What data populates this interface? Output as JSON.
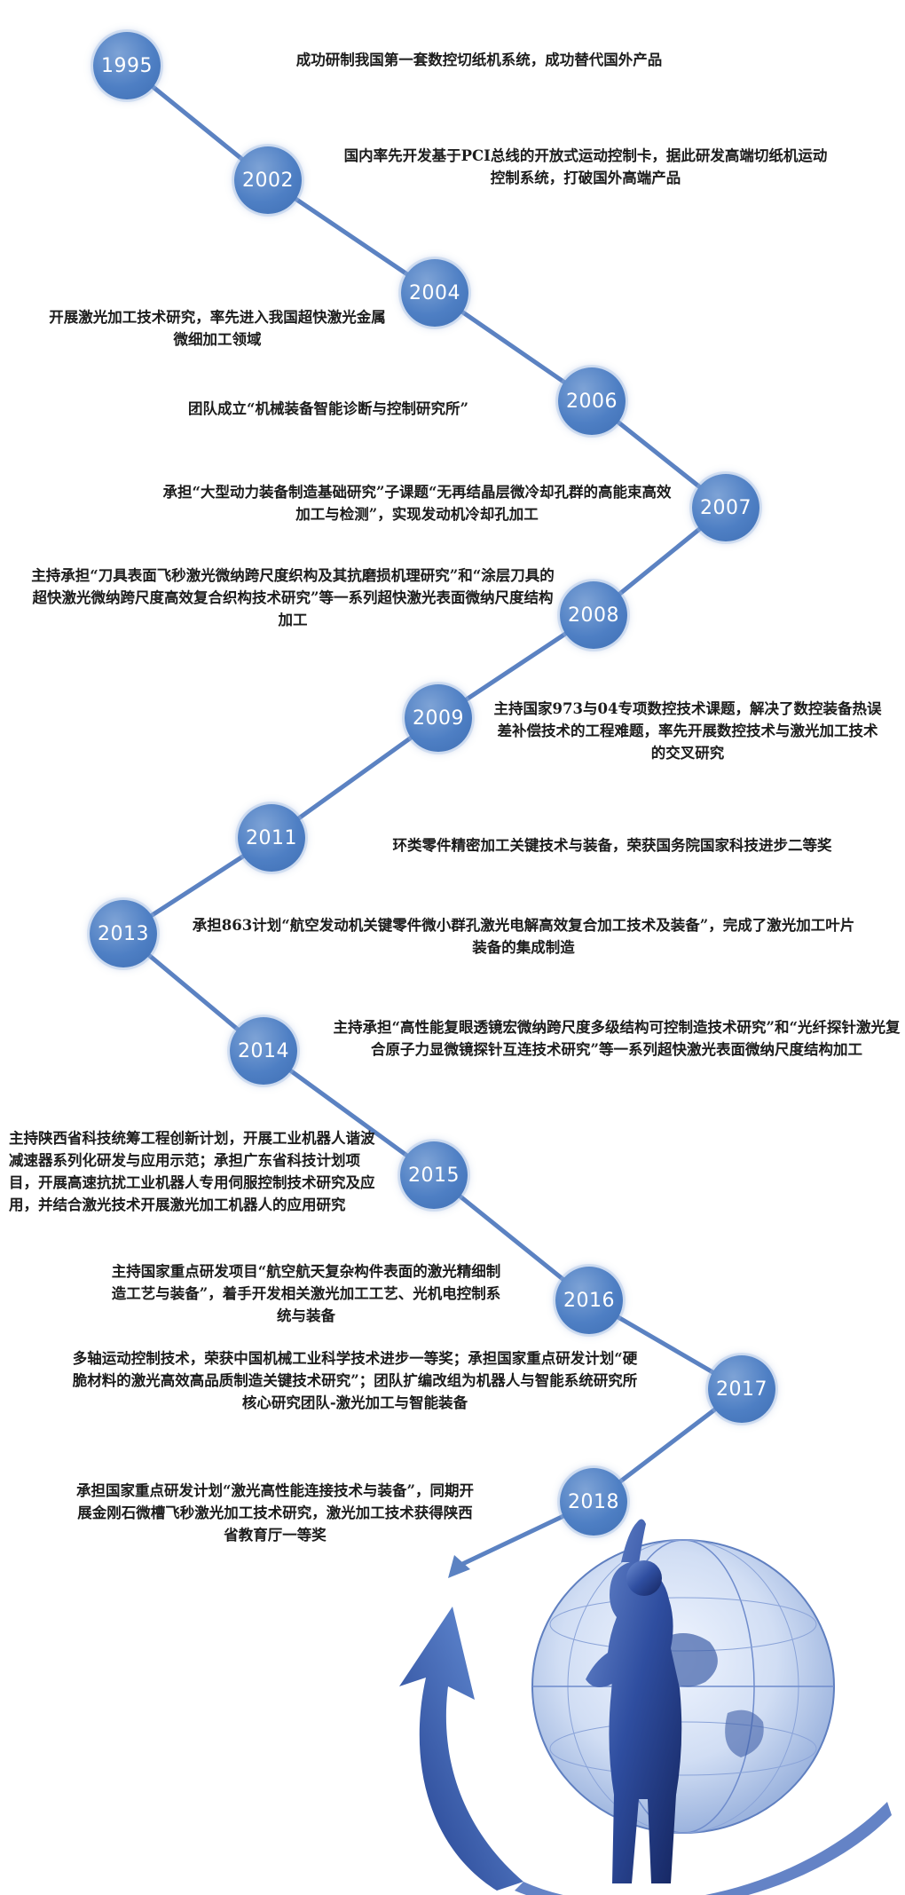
{
  "colors": {
    "line": "#5b82c2",
    "node_fill": "#4e7fc4",
    "node_text": "#ffffff",
    "text": "#1c1c1c",
    "arrow": "#3558a6"
  },
  "timeline": [
    {
      "year": "1995",
      "text": "成功研制我国第一套数控切纸机系统，成功替代国外产品"
    },
    {
      "year": "2002",
      "text": "国内率先开发基于PCI总线的开放式运动控制卡，据此研发高端切纸机运动控制系统，打破国外高端产品"
    },
    {
      "year": "2004",
      "text": "开展激光加工技术研究，率先进入我国超快激光金属微细加工领域"
    },
    {
      "year": "2006",
      "text": "团队成立“机械装备智能诊断与控制研究所”"
    },
    {
      "year": "2007",
      "text": "承担“大型动力装备制造基础研究”子课题“无再结晶层微冷却孔群的高能束高效加工与检测”，实现发动机冷却孔加工"
    },
    {
      "year": "2008",
      "text": "主持承担“刀具表面飞秒激光微纳跨尺度织构及其抗磨损机理研究”和“涂层刀具的超快激光微纳跨尺度高效复合织构技术研究”等一系列超快激光表面微纳尺度结构加工"
    },
    {
      "year": "2009",
      "text": "主持国家973与04专项数控技术课题，解决了数控装备热误差补偿技术的工程难题，率先开展数控技术与激光加工技术的交叉研究"
    },
    {
      "year": "2011",
      "text": "环类零件精密加工关键技术与装备，荣获国务院国家科技进步二等奖"
    },
    {
      "year": "2013",
      "text": "承担863计划“航空发动机关键零件微小群孔激光电解高效复合加工技术及装备”，完成了激光加工叶片装备的集成制造"
    },
    {
      "year": "2014",
      "text": "主持承担“高性能复眼透镜宏微纳跨尺度多级结构可控制造技术研究”和“光纤探针激光复合原子力显微镜探针互连技术研究”等一系列超快激光表面微纳尺度结构加工"
    },
    {
      "year": "2015",
      "text": "主持陕西省科技统筹工程创新计划，开展工业机器人谐波减速器系列化研发与应用示范；承担广东省科技计划项目，开展高速抗扰工业机器人专用伺服控制技术研究及应用，并结合激光技术开展激光加工机器人的应用研究"
    },
    {
      "year": "2016",
      "text": "主持国家重点研发项目“航空航天复杂构件表面的激光精细制造工艺与装备”，着手开发相关激光加工工艺、光机电控制系统与装备"
    },
    {
      "year": "2017",
      "text": "多轴运动控制技术，荣获中国机械工业科学技术进步一等奖；承担国家重点研发计划“硬脆材料的激光高效高品质制造关键技术研究”；团队扩编改组为机器人与智能系统研究所核心研究团队-激光加工与智能装备"
    },
    {
      "year": "2018",
      "text": "承担国家重点研发计划“激光高性能连接技术与装备”，同期开展金刚石微槽飞秒激光加工技术研究，激光加工技术获得陕西省教育厅一等奖"
    }
  ],
  "illustration": [
    "globe",
    "businessman-silhouette",
    "curved-arrow"
  ]
}
